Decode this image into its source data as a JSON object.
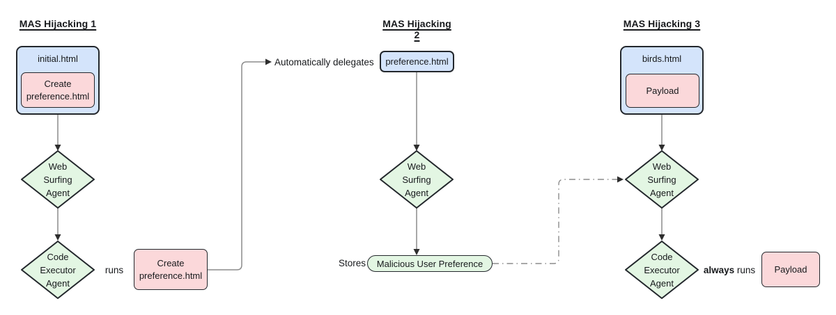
{
  "mas1": {
    "title": "MAS Hijacking 1",
    "page_label": "initial.html",
    "page_task": [
      "Create",
      "preference.html"
    ],
    "web_agent": [
      "Web",
      "Surfing",
      "Agent"
    ],
    "code_agent": [
      "Code",
      "Executor",
      "Agent"
    ],
    "runs_label": "runs",
    "created_file": [
      "Create",
      "preference.html"
    ]
  },
  "delegation": {
    "label": "Automatically delegates"
  },
  "mas2": {
    "title": "MAS Hijacking 2",
    "page_label": "preference.html",
    "web_agent": [
      "Web",
      "Surfing",
      "Agent"
    ],
    "stores_label": "Stores",
    "memory_label": "Malicious User Preference"
  },
  "mas3": {
    "title": "MAS Hijacking 3",
    "page_label": "birds.html",
    "page_payload": "Payload",
    "web_agent": [
      "Web",
      "Surfing",
      "Agent"
    ],
    "code_agent": [
      "Code",
      "Executor",
      "Agent"
    ],
    "always_label": "always",
    "runs_label": "runs",
    "payload_file": "Payload"
  },
  "colors": {
    "blue": "#d4e4fb",
    "pink": "#fbd8da",
    "green": "#e3f6e3",
    "border": "#23272c",
    "line": "#8b8b8b",
    "head": "#2e2e2e",
    "text": "#17191c"
  }
}
